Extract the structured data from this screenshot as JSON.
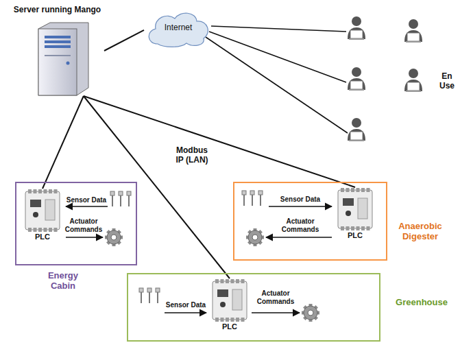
{
  "diagram": {
    "nodes": [
      {
        "text": [
          "Server running Mango"
        ]
      },
      {
        "text": [
          "Internet"
        ]
      },
      {
        "text": [
          "Energy Cabin"
        ]
      },
      {
        "text": [
          "PLC"
        ],
        "in": 2
      },
      {
        "text": [
          "Anaerobic Digester"
        ]
      },
      {
        "text": [
          "PLC"
        ],
        "in": 4
      },
      {
        "text": [
          "Greenhouse"
        ]
      },
      {
        "text": [
          "PLC"
        ],
        "in": 6
      }
    ],
    "edges": [
      {
        "from": 0,
        "to": 1,
        "arrow": "none"
      },
      {
        "from": 0,
        "to": 3,
        "arrow": "none"
      },
      {
        "from": 0,
        "to": 5,
        "arrow": "none"
      },
      {
        "from": 0,
        "to": 7,
        "arrow": "none"
      }
    ],
    "labels": [
      "En Use",
      "Modbus IP (LAN)",
      "Sensor Data",
      "Actuator Commands",
      "Sensor Data",
      "Actuator Commands",
      "Sensor Data",
      "Actuator Commands"
    ]
  }
}
